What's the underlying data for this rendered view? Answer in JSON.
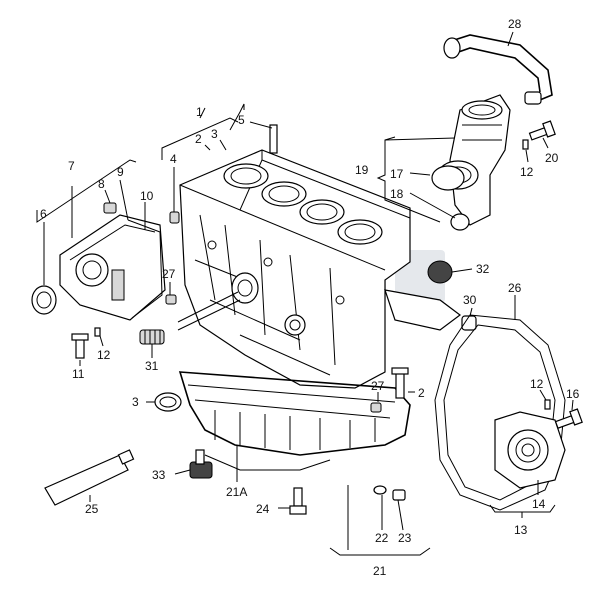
{
  "callouts": [
    "1",
    "2",
    "3",
    "4",
    "5",
    "6",
    "7",
    "8",
    "9",
    "10",
    "11",
    "12",
    "13",
    "14",
    "16",
    "17",
    "18",
    "19",
    "20",
    "21",
    "21A",
    "22",
    "23",
    "24",
    "25",
    "26",
    "27",
    "28",
    "30",
    "31",
    "32",
    "33"
  ],
  "colors": {
    "line": "#000000",
    "background": "#ffffff",
    "watermark": "#cfd6dc"
  }
}
